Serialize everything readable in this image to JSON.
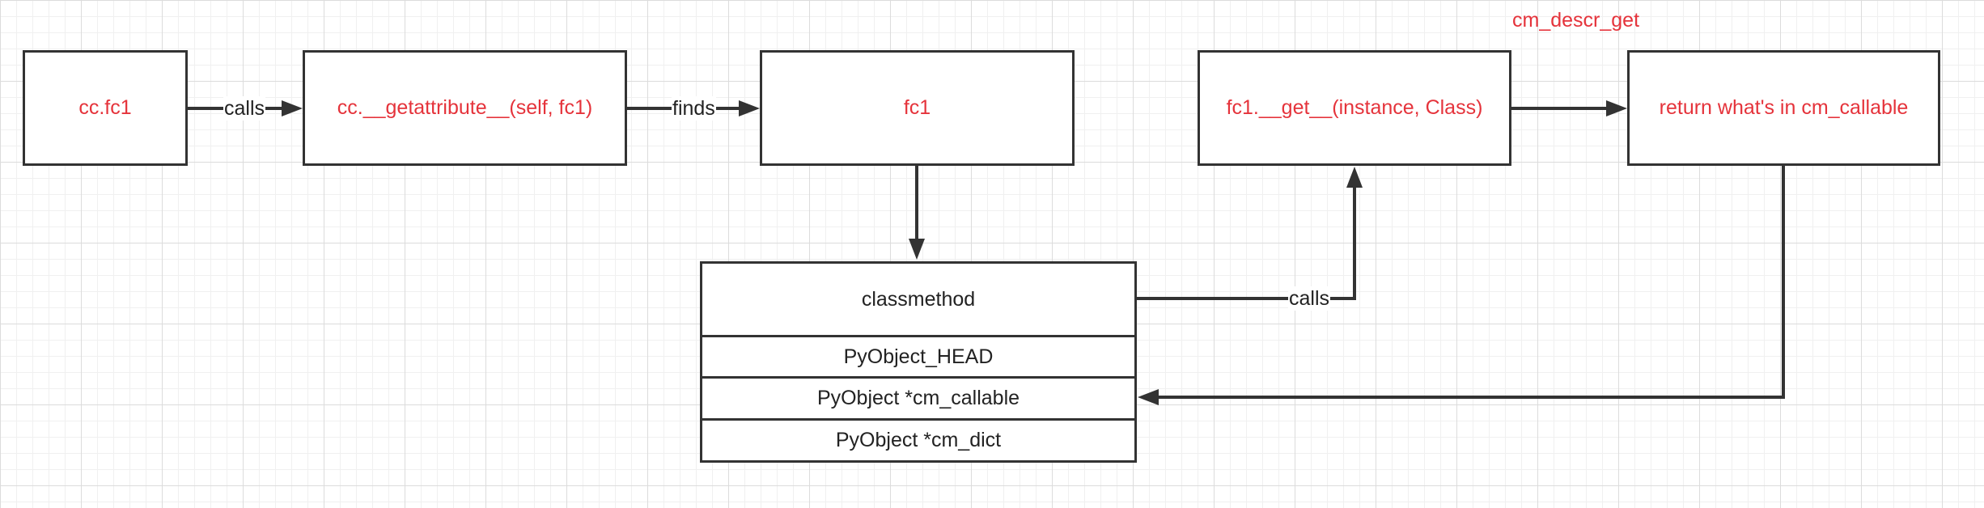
{
  "nodes": {
    "cc_fc1": "cc.fc1",
    "getattribute": "cc.__getattribute__(self, fc1)",
    "fc1": "fc1",
    "fc1_get": "fc1.__get__(instance, Class)",
    "return_callable": "return what's in cm_callable"
  },
  "classmethod_struct": {
    "title": "classmethod",
    "fields": [
      "PyObject_HEAD",
      "PyObject *cm_callable",
      "PyObject *cm_dict"
    ]
  },
  "edge_labels": {
    "calls_1": "calls",
    "finds": "finds",
    "calls_2": "calls"
  },
  "annotations": {
    "cm_descr_get": "cm_descr_get"
  },
  "colors": {
    "node_text": "#e5333b",
    "struct_text": "#222222",
    "stroke": "#333333"
  }
}
